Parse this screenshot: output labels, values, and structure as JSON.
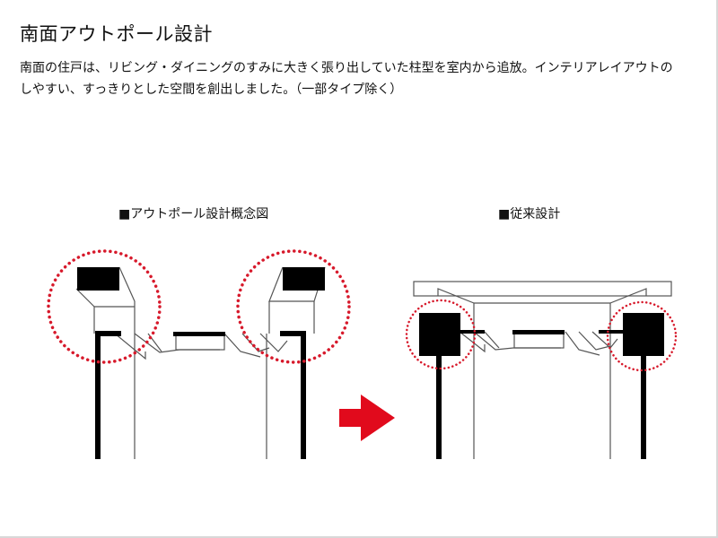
{
  "page": {
    "title": "南面アウトポール設計",
    "description_line1": "南面の住戸は、リビング・ダイニングのすみに大きく張り出していた柱型を室内から追放。インテリアレイアウトの",
    "description_line2": "しやすい、すっきりとした空間を創出しました。（一部タイプ除く）"
  },
  "diagrams": {
    "left_caption": "■アウトポール設計概念図",
    "right_caption": "■従来設計"
  },
  "colors": {
    "highlight": "#d7192b",
    "arrow": "#e10a1c",
    "structure": "#000000",
    "line": "#555555"
  }
}
